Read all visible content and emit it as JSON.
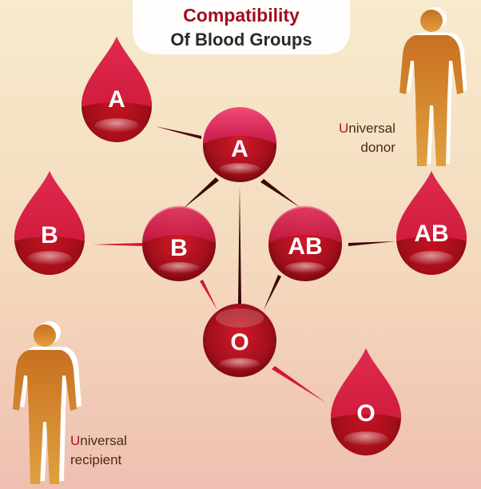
{
  "title": {
    "line1": "Compatibility",
    "line2": "Of Blood Groups"
  },
  "drops": {
    "a": "A",
    "b": "B",
    "ab": "AB",
    "o": "O"
  },
  "spheres": {
    "a": "A",
    "b": "B",
    "ab": "AB",
    "o": "O"
  },
  "donor": {
    "initial": "U",
    "rest": "niversal",
    "line2": "donor"
  },
  "recipient": {
    "initial": "U",
    "rest": "niversal",
    "line2": "recipient"
  },
  "colors": {
    "background_top": "#f6e8c8",
    "background_bottom": "#f0c2b2",
    "blood_red": "#b0141e",
    "title_red": "#9e0f1e",
    "figure_orange": "#d08428"
  }
}
